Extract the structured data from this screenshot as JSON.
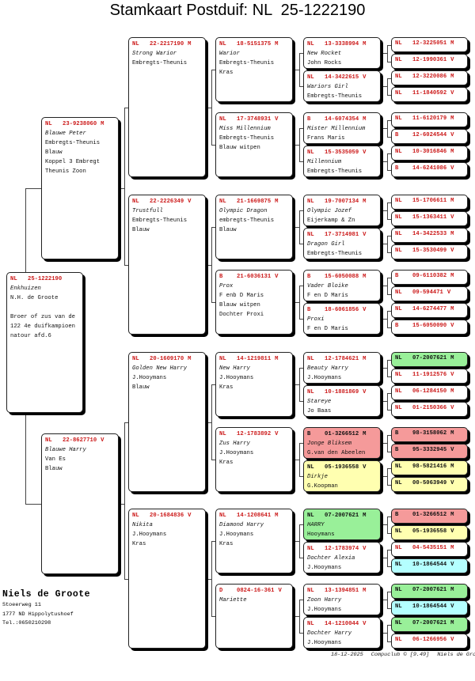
{
  "title": {
    "label": "Stamkaart Postduif:",
    "ring": "NL  25-1222190"
  },
  "colors": {
    "ring_text": "#cc1a1a",
    "green": "#99f099",
    "red": "#f59a9a",
    "yellow": "#ffffb0",
    "cyan": "#b4ffff"
  },
  "pedigree": {
    "gen0": [
      {
        "country": "NL",
        "ring": "25-1222190",
        "sex": "",
        "lines": [
          "Enkhuizen",
          "N.H. de Groote",
          "",
          "Broer of zus van de",
          "122 4e duifkampioen",
          "natour afd.6"
        ]
      }
    ],
    "gen1": [
      {
        "country": "NL",
        "ring": "23-9238060",
        "sex": "M",
        "lines": [
          "Blauwe Peter",
          "Embregts-Theunis",
          "Blauw",
          "Koppel 3 Embregt",
          "Theunis Zoon"
        ]
      },
      {
        "country": "NL",
        "ring": "22-8627710",
        "sex": "V",
        "lines": [
          "Blauwe Harry",
          "Van Es",
          "Blauw"
        ]
      }
    ],
    "gen2": [
      {
        "country": "NL",
        "ring": "22-2217190",
        "sex": "M",
        "lines": [
          "Strong Warior",
          "Embregts-Theunis"
        ]
      },
      {
        "country": "NL",
        "ring": "22-2226349",
        "sex": "V",
        "lines": [
          "Trustfull",
          "Embregts-Theunis",
          "Blauw"
        ]
      },
      {
        "country": "NL",
        "ring": "20-1609170",
        "sex": "M",
        "lines": [
          "Golden New Harry",
          "J.Hooymans",
          "Blauw"
        ]
      },
      {
        "country": "NL",
        "ring": "20-1684836",
        "sex": "V",
        "lines": [
          "Nikita",
          "J.Hooymans",
          "Kras"
        ]
      }
    ],
    "gen3": [
      {
        "country": "NL",
        "ring": "18-5151375",
        "sex": "M",
        "lines": [
          "Warior",
          "Embregts-Theunis",
          "Kras"
        ]
      },
      {
        "country": "NL",
        "ring": "17-3748931",
        "sex": "V",
        "lines": [
          "Miss Millennium",
          "Embregts-Theunis",
          "Blauw witpen"
        ]
      },
      {
        "country": "NL",
        "ring": "21-1669875",
        "sex": "M",
        "lines": [
          "Olympic Dragon",
          "embregts-Theunis",
          "Blauw"
        ]
      },
      {
        "country": "B",
        "ring": "21-6036131",
        "sex": "V",
        "lines": [
          "Prox",
          "F enb D Maris",
          "Blauw witpen",
          "Dochter Proxi"
        ]
      },
      {
        "country": "NL",
        "ring": "14-1219811",
        "sex": "M",
        "lines": [
          "New Harry",
          "J.Hooymans",
          "Kras"
        ]
      },
      {
        "country": "NL",
        "ring": "12-1783892",
        "sex": "V",
        "lines": [
          "Zus Harry",
          "J.Hooymans",
          "Kras"
        ]
      },
      {
        "country": "NL",
        "ring": "14-1208641",
        "sex": "M",
        "lines": [
          "Diamond Harry",
          "J.Hooymans",
          "Kras"
        ]
      },
      {
        "country": "D",
        "ring": "0824-16-361",
        "sex": "V",
        "lines": [
          "Mariette"
        ]
      }
    ],
    "gen4": [
      {
        "country": "NL",
        "ring": "13-3338994",
        "sex": "M",
        "lines": [
          "New Rocket",
          "John Rocks"
        ]
      },
      {
        "country": "NL",
        "ring": "14-3422615",
        "sex": "V",
        "lines": [
          "Wariors Girl",
          "Embregts-Theunis"
        ]
      },
      {
        "country": "B",
        "ring": "14-6074354",
        "sex": "M",
        "lines": [
          "Mister Millennium",
          "Frans Maris"
        ]
      },
      {
        "country": "NL",
        "ring": "15-3535059",
        "sex": "V",
        "lines": [
          "Millennium",
          "Embregts-Theunis"
        ]
      },
      {
        "country": "NL",
        "ring": "19-7007134",
        "sex": "M",
        "lines": [
          "Olympic Jozef",
          "Eijerkamp & Zn"
        ]
      },
      {
        "country": "NL",
        "ring": "17-3714981",
        "sex": "V",
        "lines": [
          "Dragon Girl",
          "Embregts-Theunis"
        ]
      },
      {
        "country": "B",
        "ring": "15-6050088",
        "sex": "M",
        "lines": [
          "Vader Bloike",
          "F en D Maris"
        ]
      },
      {
        "country": "B",
        "ring": "18-6061856",
        "sex": "V",
        "lines": [
          "Proxi",
          "F en D Maris"
        ]
      },
      {
        "country": "NL",
        "ring": "12-1784621",
        "sex": "M",
        "lines": [
          "Beauty Harry",
          "J.Hooymans"
        ]
      },
      {
        "country": "NL",
        "ring": "10-1881869",
        "sex": "V",
        "lines": [
          "Stareye",
          "Jo Baas"
        ]
      },
      {
        "country": "B",
        "ring": "01-3266512",
        "sex": "M",
        "lines": [
          "Jonge Bliksem",
          "G.van den Abeelen"
        ],
        "color": "red"
      },
      {
        "country": "NL",
        "ring": "05-1936558",
        "sex": "V",
        "lines": [
          "Dirkje",
          "G.Koopman"
        ],
        "color": "yellow"
      },
      {
        "country": "NL",
        "ring": "07-2007621",
        "sex": "M",
        "lines": [
          "HARRY",
          "Hooymans"
        ],
        "color": "green"
      },
      {
        "country": "NL",
        "ring": "12-1783974",
        "sex": "V",
        "lines": [
          "Dochter Alexia",
          "J.Hooymans"
        ]
      },
      {
        "country": "NL",
        "ring": "13-1394851",
        "sex": "M",
        "lines": [
          "Zoon Harry",
          "J.Hooymans"
        ]
      },
      {
        "country": "NL",
        "ring": "14-1210044",
        "sex": "V",
        "lines": [
          "Dochter Harry",
          "J.Hooymans"
        ]
      }
    ],
    "gen5": [
      {
        "country": "NL",
        "ring": "12-3225051",
        "sex": "M"
      },
      {
        "country": "NL",
        "ring": "12-1990361",
        "sex": "V"
      },
      {
        "country": "NL",
        "ring": "12-3220086",
        "sex": "M"
      },
      {
        "country": "NL",
        "ring": "11-1840592",
        "sex": "V"
      },
      {
        "country": "NL",
        "ring": "11-6120179",
        "sex": "M"
      },
      {
        "country": "B",
        "ring": "12-6024544",
        "sex": "V"
      },
      {
        "country": "NL",
        "ring": "10-3016846",
        "sex": "M"
      },
      {
        "country": "B",
        "ring": "14-6241086",
        "sex": "V"
      },
      {
        "country": "NL",
        "ring": "15-1706611",
        "sex": "M"
      },
      {
        "country": "NL",
        "ring": "15-1363411",
        "sex": "V"
      },
      {
        "country": "NL",
        "ring": "14-3422533",
        "sex": "M"
      },
      {
        "country": "NL",
        "ring": "15-3530499",
        "sex": "V"
      },
      {
        "country": "B",
        "ring": "09-6110382",
        "sex": "M"
      },
      {
        "country": "NL",
        "ring": "09-594471",
        "sex": "V"
      },
      {
        "country": "NL",
        "ring": "14-6274477",
        "sex": "M"
      },
      {
        "country": "B",
        "ring": "15-6050090",
        "sex": "V"
      },
      {
        "country": "NL",
        "ring": "07-2007621",
        "sex": "M",
        "color": "green"
      },
      {
        "country": "NL",
        "ring": "11-1912576",
        "sex": "V"
      },
      {
        "country": "NL",
        "ring": "06-1284150",
        "sex": "M"
      },
      {
        "country": "NL",
        "ring": "01-2150366",
        "sex": "V"
      },
      {
        "country": "B",
        "ring": "98-3158062",
        "sex": "M",
        "color": "red"
      },
      {
        "country": "B",
        "ring": "95-3332945",
        "sex": "V",
        "color": "red"
      },
      {
        "country": "NL",
        "ring": "98-5821416",
        "sex": "M",
        "color": "yellow"
      },
      {
        "country": "NL",
        "ring": "00-5063949",
        "sex": "V",
        "color": "yellow"
      },
      {
        "country": "B",
        "ring": "01-3266512",
        "sex": "M",
        "color": "red"
      },
      {
        "country": "NL",
        "ring": "05-1936558",
        "sex": "V",
        "color": "yellow"
      },
      {
        "country": "NL",
        "ring": "04-5435151",
        "sex": "M"
      },
      {
        "country": "NL",
        "ring": "10-1864544",
        "sex": "V",
        "color": "cyan"
      },
      {
        "country": "NL",
        "ring": "07-2007621",
        "sex": "M",
        "color": "green"
      },
      {
        "country": "NL",
        "ring": "10-1864544",
        "sex": "V",
        "color": "cyan"
      },
      {
        "country": "NL",
        "ring": "07-2007621",
        "sex": "M",
        "color": "green"
      },
      {
        "country": "NL",
        "ring": "06-1266956",
        "sex": "V"
      }
    ]
  },
  "owner": {
    "name": "Niels de Groote",
    "street": "Stoeerweg 11",
    "city": "1777 ND  Hippolytushoef",
    "phone": "Tel.:0650210298"
  },
  "footer": {
    "date": "18-12-2025",
    "software": "Compuclub © [9.49]",
    "owner": "Niels de Groote"
  }
}
